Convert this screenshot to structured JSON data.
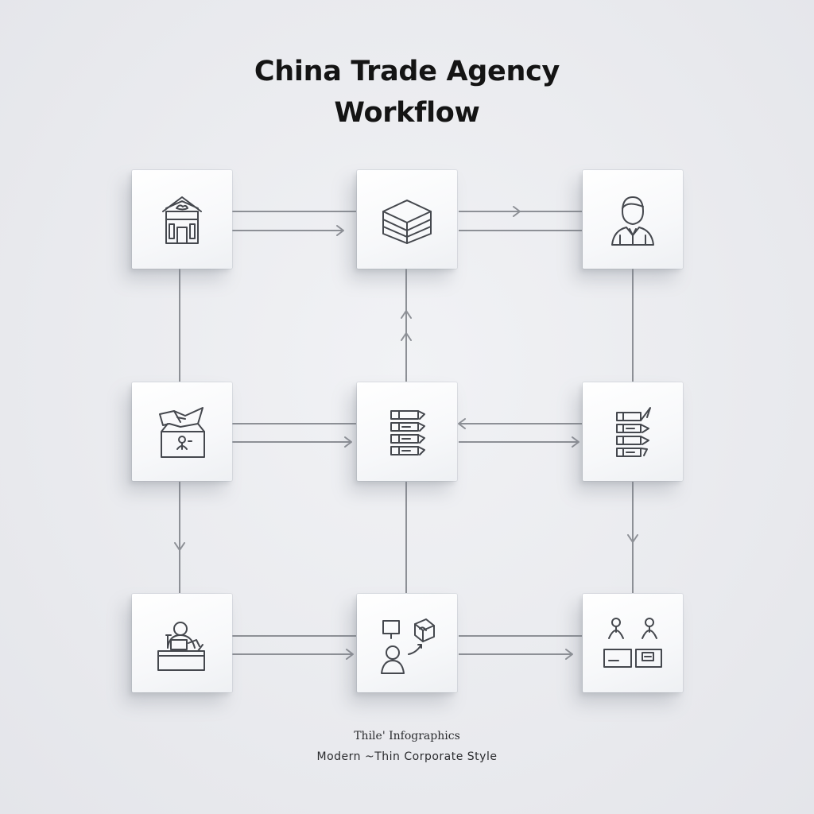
{
  "title": {
    "line1": "China Trade Agency",
    "line2": "Workflow"
  },
  "captions": {
    "line1": "Thile' Infographics",
    "line2": "Modern ~Thin Corporate Style"
  },
  "nodes": [
    {
      "id": "n1",
      "icon": "building-icon"
    },
    {
      "id": "n2",
      "icon": "boxes-icon"
    },
    {
      "id": "n3",
      "icon": "agent-person-icon"
    },
    {
      "id": "n4",
      "icon": "open-package-icon"
    },
    {
      "id": "n5",
      "icon": "document-stack-icon"
    },
    {
      "id": "n6",
      "icon": "checklist-stack-icon"
    },
    {
      "id": "n7",
      "icon": "person-at-desk-icon"
    },
    {
      "id": "n8",
      "icon": "person-and-package-icon"
    },
    {
      "id": "n9",
      "icon": "people-and-screens-icon"
    }
  ],
  "colors": {
    "background": "#e9eaee",
    "card": "#ffffff",
    "connector": "#8d9096",
    "icon_stroke": "#45484e",
    "title": "#141414"
  }
}
